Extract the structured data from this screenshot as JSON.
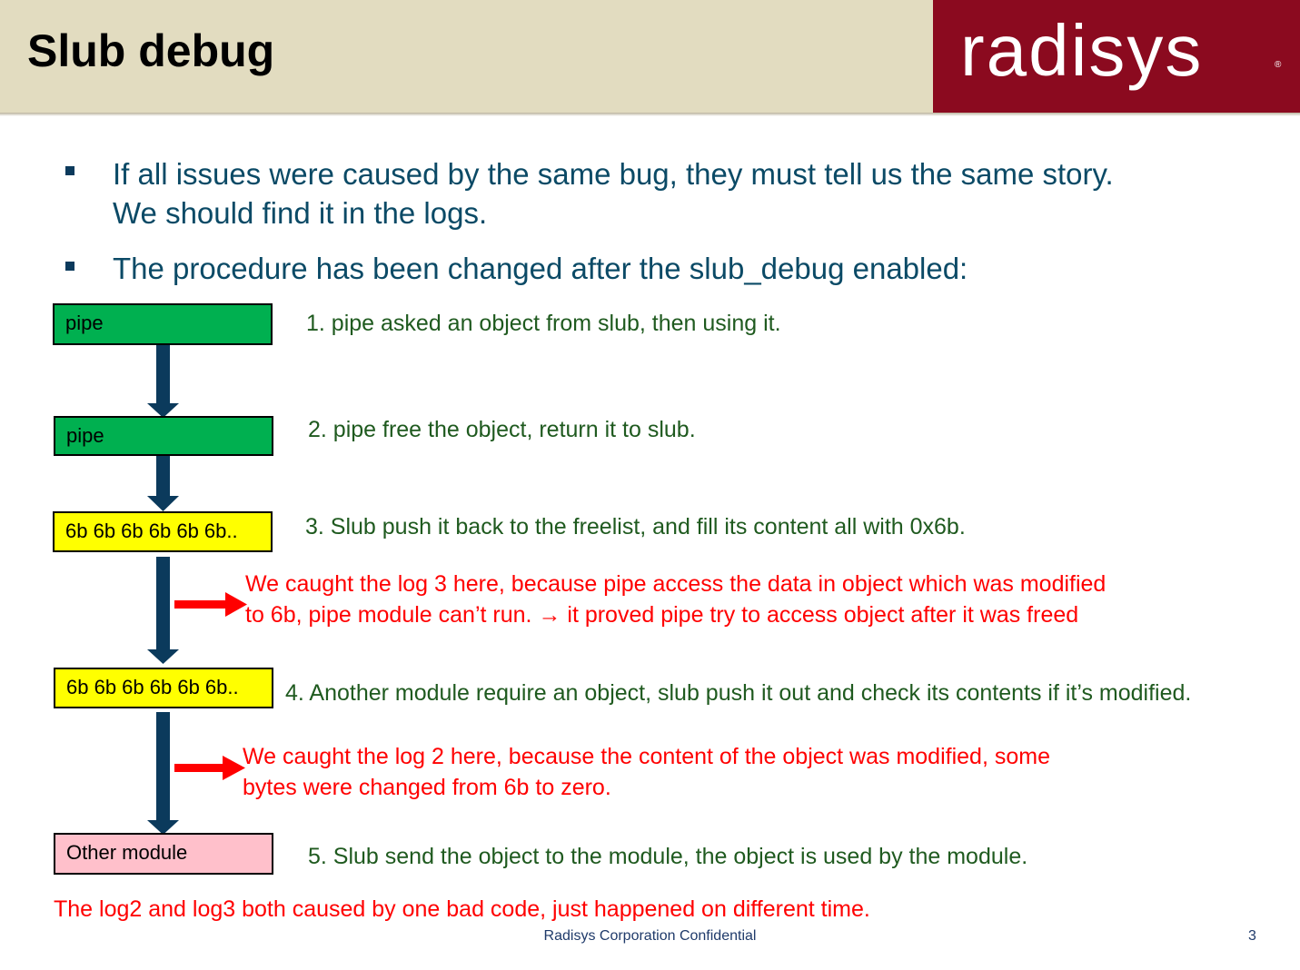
{
  "header": {
    "title": "Slub debug",
    "logo_text": "radisys",
    "logo_reg": "®",
    "colors": {
      "header_bg": "#e2dcc0",
      "logo_bg": "#8b0a1f"
    }
  },
  "bullets": [
    {
      "lines": [
        "If all issues were caused by the same bug, they must tell us the same story.",
        "We should find it in the logs."
      ]
    },
    {
      "lines": [
        "The procedure has been changed after the slub_debug enabled:"
      ]
    }
  ],
  "flow": {
    "boxes": [
      {
        "label": "pipe",
        "color": "#00b050"
      },
      {
        "label": "pipe",
        "color": "#00b050"
      },
      {
        "label": "6b 6b 6b 6b 6b 6b..",
        "color": "#ffff00"
      },
      {
        "label": "6b 6b 6b 6b 6b 6b..",
        "color": "#ffff00"
      },
      {
        "label": "Other module",
        "color": "#ffc0cb"
      }
    ],
    "steps": [
      "1. pipe asked an object from slub, then using it.",
      "2. pipe free the object, return it to slub.",
      "3. Slub push it back to the freelist, and fill its content all with 0x6b.",
      "4. Another module require an object, slub push it out and check its contents if it’s modified.",
      "5. Slub send the object to the module, the object is used by the module."
    ],
    "notes": [
      {
        "line1": "We caught the log 3 here, because pipe access the data in object which was modified",
        "line2_before": "to 6b, pipe module can’t run. ",
        "line2_arrow": "→",
        "line2_after": " it proved pipe try to access object after it was freed"
      },
      {
        "line1": "We caught the log 2 here, because the content of the object was modified, some",
        "line2": "bytes were changed from 6b to zero."
      }
    ],
    "conclusion": "The log2 and log3 both caused by one bad code, just happened on different time.",
    "colors": {
      "arrow": "#0b3a5c",
      "pointer": "#ff0000",
      "step_text": "#1f5a1f",
      "note_text": "#ff0000"
    }
  },
  "footer": {
    "text": "Radisys Corporation Confidential",
    "page_number": "3"
  }
}
